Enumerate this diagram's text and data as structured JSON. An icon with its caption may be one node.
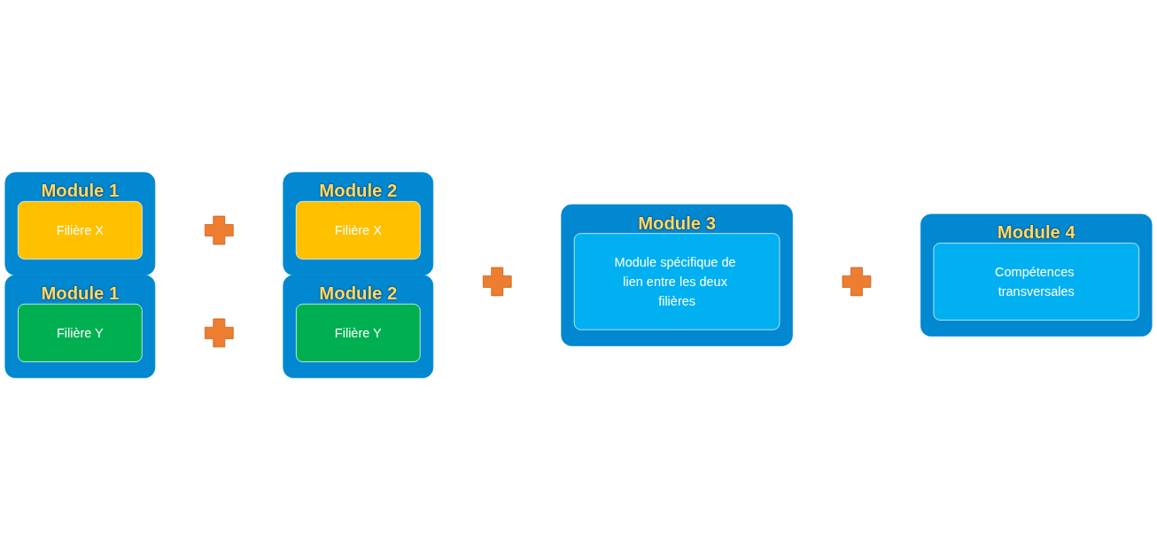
{
  "diagram": {
    "nodes": [
      {
        "text": [
          "Module 1"
        ]
      },
      {
        "text": [
          "Filière X"
        ],
        "in": 0
      },
      {
        "text": [],
        "shape": "cross"
      },
      {
        "text": [
          "Module 2"
        ]
      },
      {
        "text": [
          "Filière X"
        ],
        "in": 3
      },
      {
        "text": [
          "Module 1"
        ]
      },
      {
        "text": [
          "Filière Y"
        ],
        "in": 5
      },
      {
        "text": [],
        "shape": "cross"
      },
      {
        "text": [
          "Module 2"
        ]
      },
      {
        "text": [
          "Filière Y"
        ],
        "in": 8
      },
      {
        "text": [],
        "shape": "cross"
      },
      {
        "text": [
          "Module 3"
        ]
      },
      {
        "text": [
          "Module spécifique de lien entre les deux filières"
        ],
        "in": 11
      },
      {
        "text": [],
        "shape": "cross"
      },
      {
        "text": [
          "Module 4"
        ]
      },
      {
        "text": [
          "Compétences transversales"
        ],
        "in": 14
      }
    ]
  }
}
